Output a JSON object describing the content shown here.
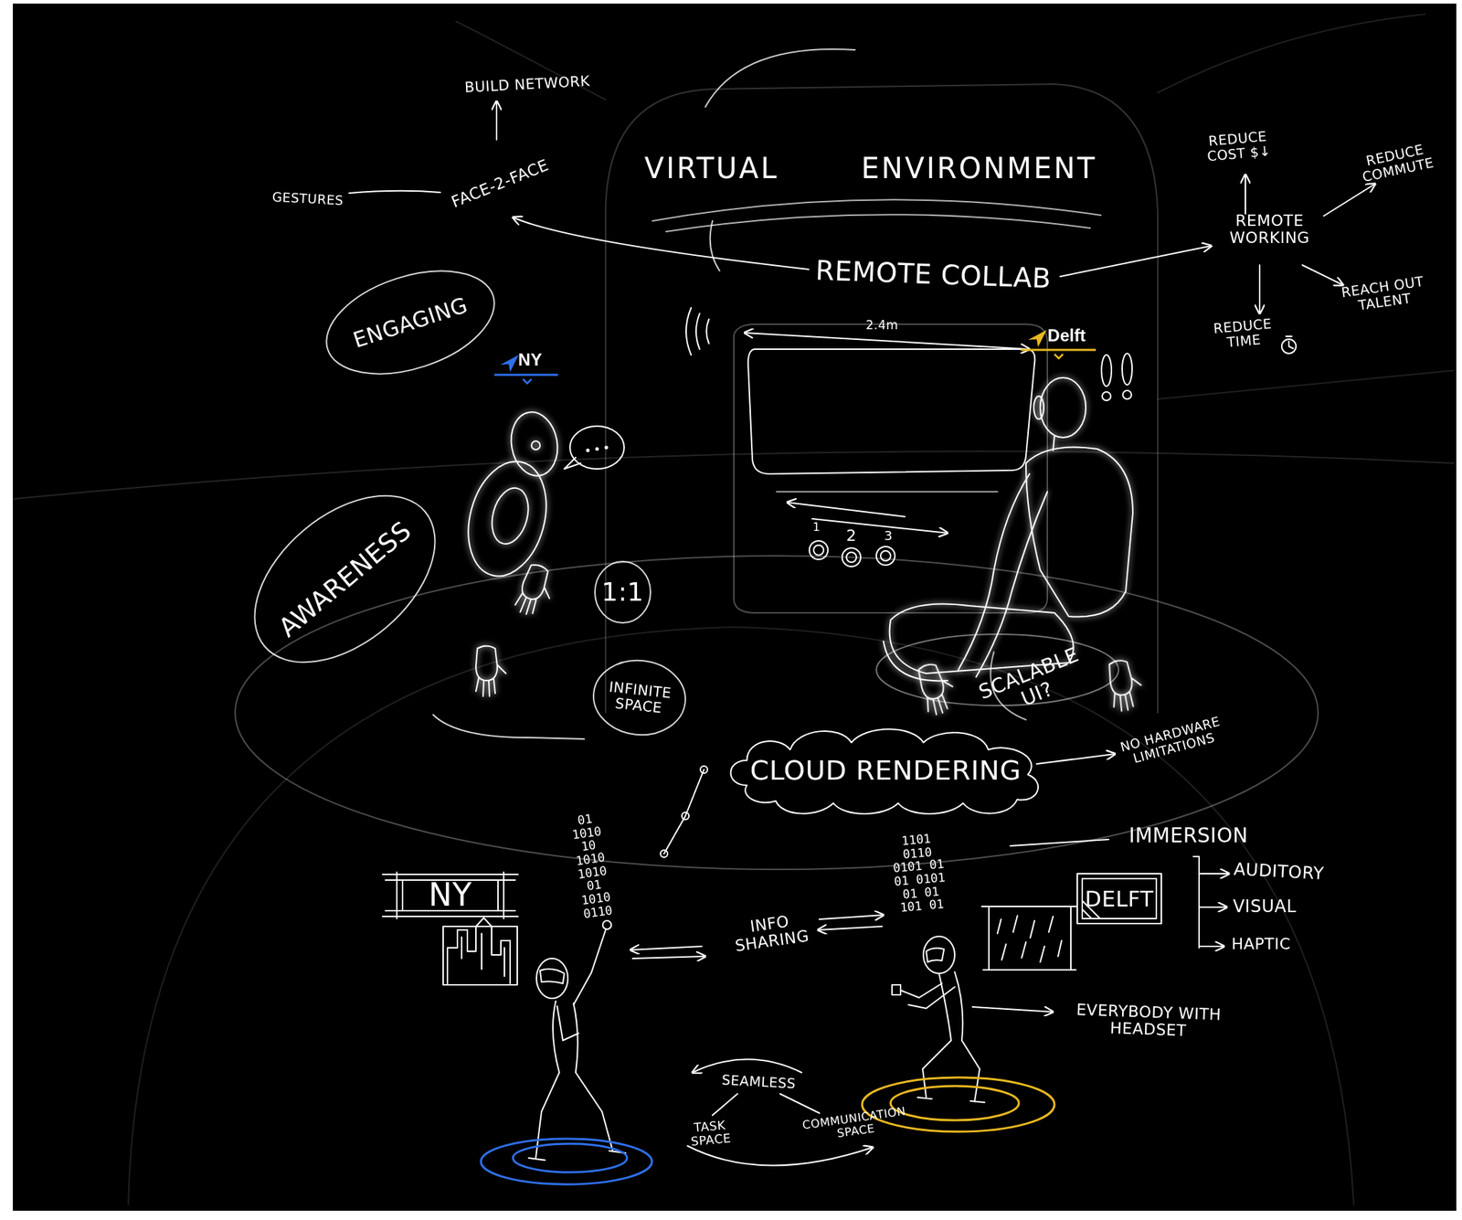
{
  "diagram": {
    "title": "VIRTUAL ENVIRONMENT",
    "nodes": [
      {
        "text": [
          "ENGAGING"
        ]
      },
      {
        "text": [
          "AWARENESS"
        ]
      },
      {
        "text": [
          "1:1"
        ]
      },
      {
        "text": [
          "INFINITE SPACE"
        ]
      },
      {
        "text": [
          "CLOUD RENDERING"
        ]
      },
      {
        "text": [
          "NY"
        ]
      },
      {
        "text": [
          "DELFT"
        ]
      }
    ],
    "labels": [
      "BUILD NETWORK",
      "GESTURES",
      "FACE-2-FACE",
      "REDUCE COST $↓",
      "REDUCE COMMUTE",
      "REMOTE COLLAB",
      "REMOTE WORKING",
      "REACH OUT TALENT",
      "REDUCE TIME",
      "NY",
      "2.4m",
      "Delft",
      "1",
      "2",
      "3",
      "SCALABLE UI?",
      "NO HARDWARE LIMITATIONS",
      "01 1010 10 1010 1010 01 1010 0110",
      "1101 0110 0101 01 01 0101 01 01 101 01",
      "IMMERSION",
      "AUDITORY",
      "VISUAL",
      "HAPTIC",
      "INFO SHARING",
      "EVERYBODY WITH HEADSET",
      "SEAMLESS",
      "TASK SPACE",
      "COMMUNICATION SPACE"
    ]
  }
}
